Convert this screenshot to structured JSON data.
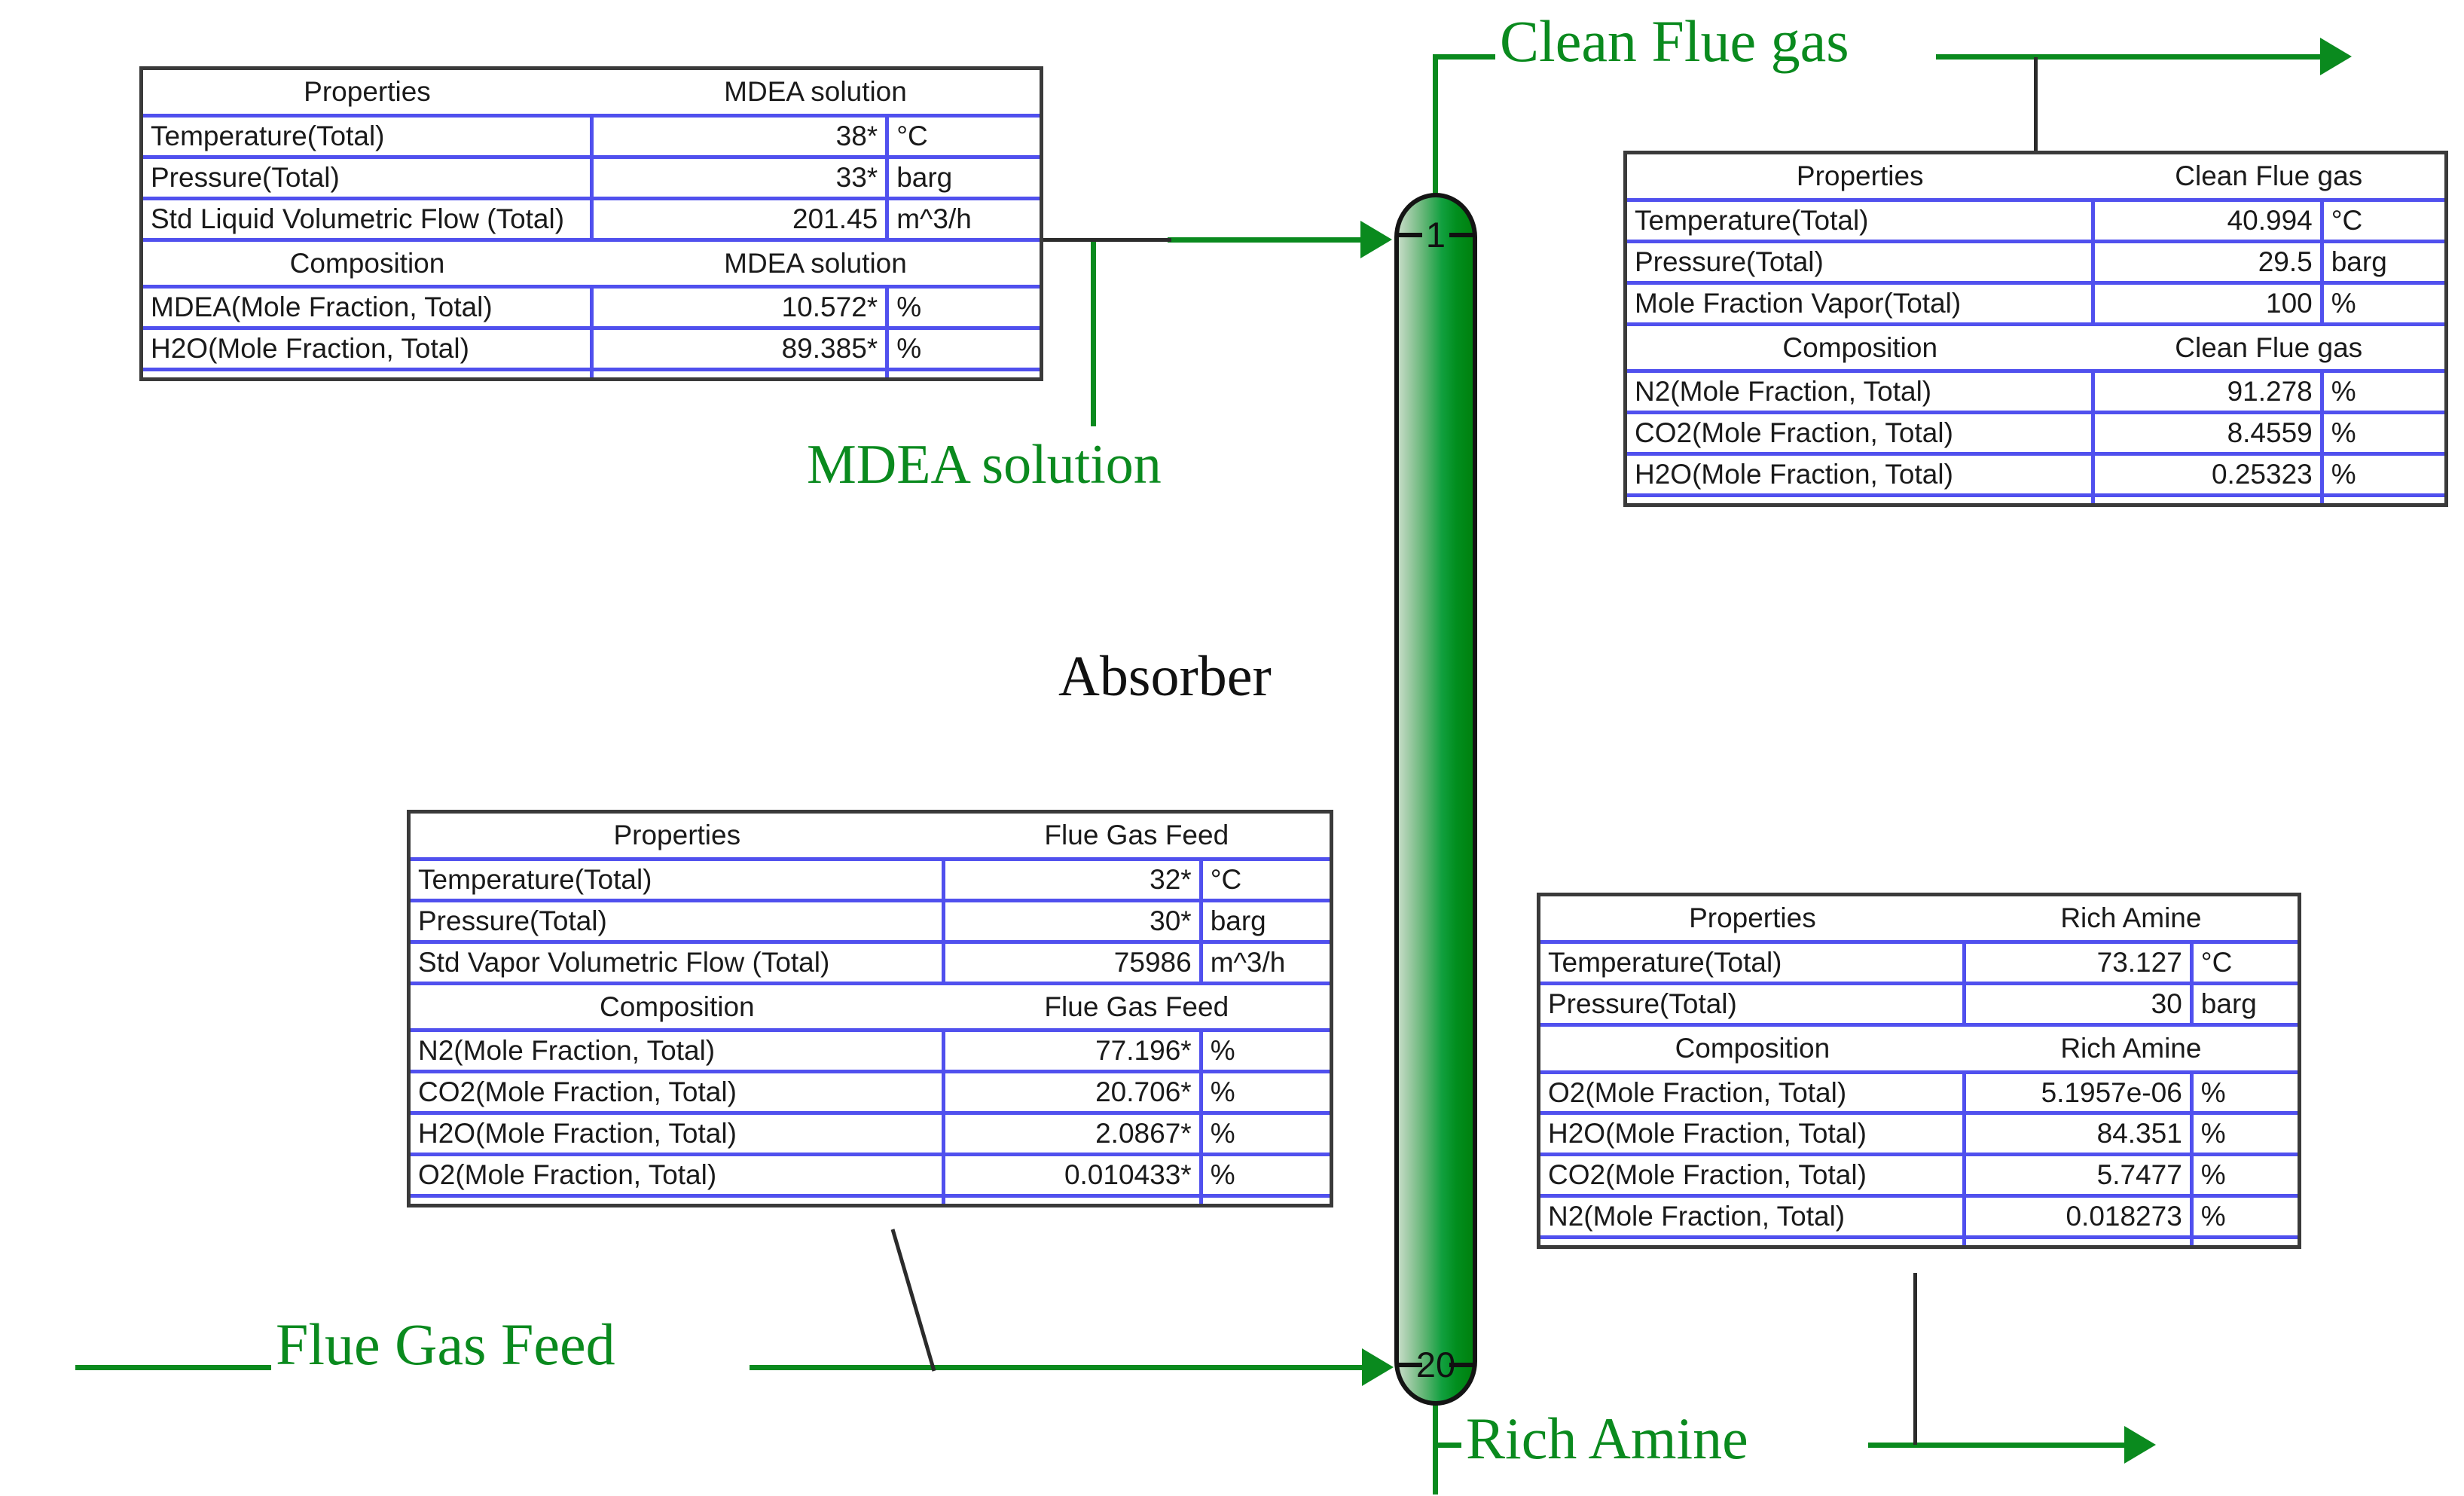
{
  "diagram": {
    "unit_label": "Absorber",
    "column": {
      "top_stage": "1",
      "bottom_stage": "20",
      "fill_gradient_from": "#a9cfae",
      "fill_gradient_to": "#00810e",
      "outline_color": "#141414"
    },
    "stream_color": "#0a8a1e",
    "table_border_color": "#3a3a3a",
    "table_rule_color": "#5050ee"
  },
  "streams": {
    "clean_flue_gas": {
      "label": "Clean Flue gas"
    },
    "mdea_solution": {
      "label": "MDEA solution"
    },
    "flue_gas_feed": {
      "label": "Flue Gas Feed"
    },
    "rich_amine": {
      "label": "Rich Amine"
    }
  },
  "tables": {
    "mdea_solution": {
      "properties_header": {
        "left": "Properties",
        "right": "MDEA solution"
      },
      "properties": [
        {
          "label": "Temperature(Total)",
          "value": "38*",
          "unit": "°C"
        },
        {
          "label": "Pressure(Total)",
          "value": "33*",
          "unit": "barg"
        },
        {
          "label": "Std Liquid Volumetric Flow (Total)",
          "value": "201.45",
          "unit": "m^3/h"
        }
      ],
      "composition_header": {
        "left": "Composition",
        "right": "MDEA solution"
      },
      "composition": [
        {
          "label": "MDEA(Mole Fraction, Total)",
          "value": "10.572*",
          "unit": "%"
        },
        {
          "label": "H2O(Mole Fraction, Total)",
          "value": "89.385*",
          "unit": "%"
        }
      ]
    },
    "clean_flue_gas": {
      "properties_header": {
        "left": "Properties",
        "right": "Clean Flue gas"
      },
      "properties": [
        {
          "label": "Temperature(Total)",
          "value": "40.994",
          "unit": "°C"
        },
        {
          "label": "Pressure(Total)",
          "value": "29.5",
          "unit": "barg"
        },
        {
          "label": "Mole Fraction Vapor(Total)",
          "value": "100",
          "unit": "%"
        }
      ],
      "composition_header": {
        "left": "Composition",
        "right": "Clean Flue gas"
      },
      "composition": [
        {
          "label": "N2(Mole Fraction, Total)",
          "value": "91.278",
          "unit": "%"
        },
        {
          "label": "CO2(Mole Fraction, Total)",
          "value": "8.4559",
          "unit": "%"
        },
        {
          "label": "H2O(Mole Fraction, Total)",
          "value": "0.25323",
          "unit": "%"
        }
      ]
    },
    "flue_gas_feed": {
      "properties_header": {
        "left": "Properties",
        "right": "Flue Gas Feed"
      },
      "properties": [
        {
          "label": "Temperature(Total)",
          "value": "32*",
          "unit": "°C"
        },
        {
          "label": "Pressure(Total)",
          "value": "30*",
          "unit": "barg"
        },
        {
          "label": "Std Vapor Volumetric Flow (Total)",
          "value": "75986",
          "unit": "m^3/h"
        }
      ],
      "composition_header": {
        "left": "Composition",
        "right": "Flue Gas Feed"
      },
      "composition": [
        {
          "label": "N2(Mole Fraction, Total)",
          "value": "77.196*",
          "unit": "%"
        },
        {
          "label": "CO2(Mole Fraction, Total)",
          "value": "20.706*",
          "unit": "%"
        },
        {
          "label": "H2O(Mole Fraction, Total)",
          "value": "2.0867*",
          "unit": "%"
        },
        {
          "label": "O2(Mole Fraction, Total)",
          "value": "0.010433*",
          "unit": "%"
        }
      ]
    },
    "rich_amine": {
      "properties_header": {
        "left": "Properties",
        "right": "Rich Amine"
      },
      "properties": [
        {
          "label": "Temperature(Total)",
          "value": "73.127",
          "unit": "°C"
        },
        {
          "label": "Pressure(Total)",
          "value": "30",
          "unit": "barg"
        }
      ],
      "composition_header": {
        "left": "Composition",
        "right": "Rich Amine"
      },
      "composition": [
        {
          "label": "O2(Mole Fraction, Total)",
          "value": "5.1957e-06",
          "unit": "%"
        },
        {
          "label": "H2O(Mole Fraction, Total)",
          "value": "84.351",
          "unit": "%"
        },
        {
          "label": "CO2(Mole Fraction, Total)",
          "value": "5.7477",
          "unit": "%"
        },
        {
          "label": "N2(Mole Fraction, Total)",
          "value": "0.018273",
          "unit": "%"
        }
      ]
    }
  }
}
